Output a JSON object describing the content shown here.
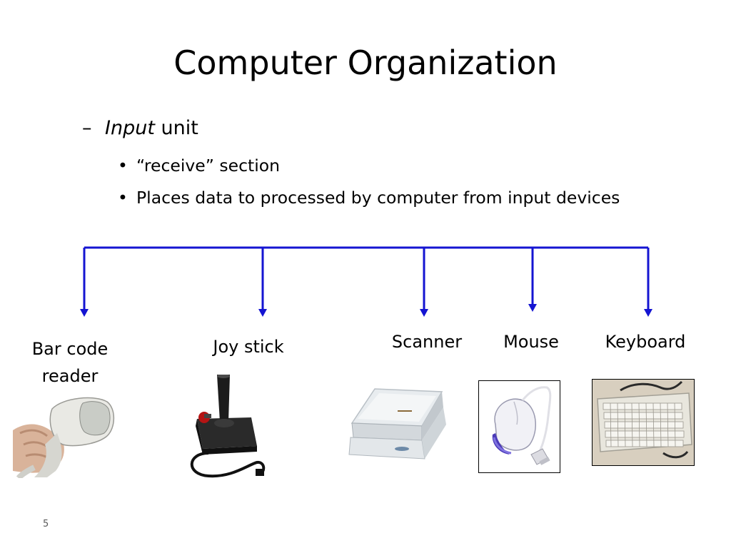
{
  "slide": {
    "title": "Computer Organization",
    "level1": {
      "dash": "–",
      "emph": "Input",
      "rest": " unit"
    },
    "bullets": [
      {
        "bullet": "•",
        "text": "“receive” section"
      },
      {
        "bullet": "•",
        "text": "Places data to processed by computer from input devices"
      }
    ],
    "devices": [
      {
        "label": "Bar code reader"
      },
      {
        "label": "Joy stick"
      },
      {
        "label": "Scanner"
      },
      {
        "label": "Mouse"
      },
      {
        "label": "Keyboard"
      }
    ],
    "connector_color": "#1414d2",
    "page_number": "5"
  }
}
